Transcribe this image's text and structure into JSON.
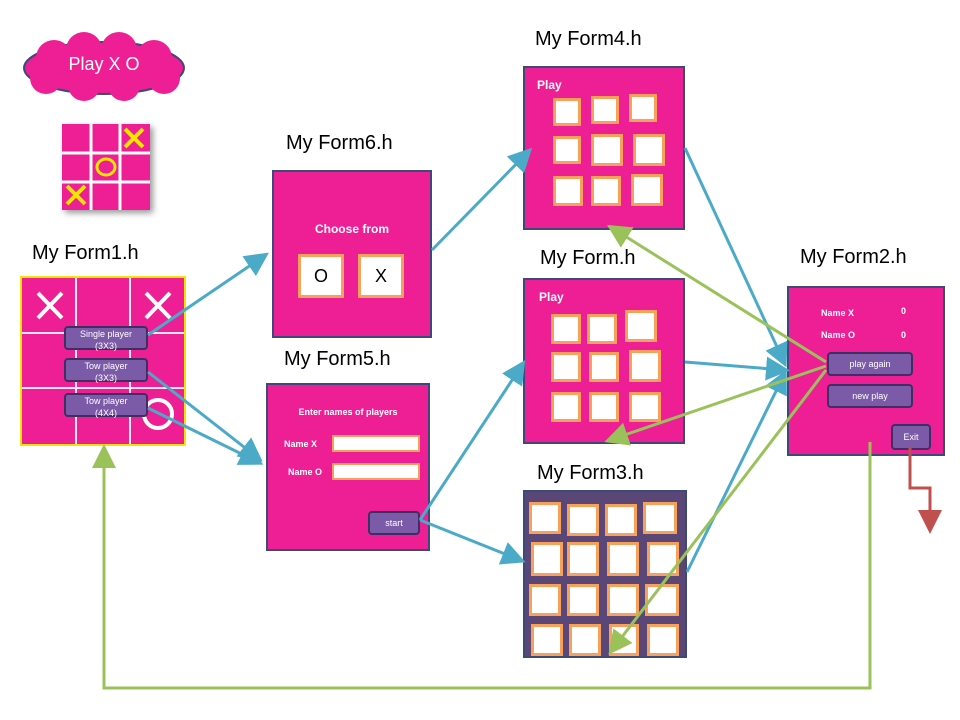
{
  "cloud": {
    "label": "Play X O"
  },
  "titles": {
    "form1": "My Form1.h",
    "form2": "My Form2.h",
    "form3": "My Form3.h",
    "form4": "My Form4.h",
    "form5": "My Form5.h",
    "form6": "My Form6.h",
    "form": "My Form.h"
  },
  "form1": {
    "buttons": [
      {
        "line1": "Single player",
        "line2": "(3X3)"
      },
      {
        "line1": "Tow player",
        "line2": "(3X3)"
      },
      {
        "line1": "Tow player",
        "line2": "(4X4)"
      }
    ]
  },
  "form6": {
    "heading": "Choose from",
    "option_o": "O",
    "option_x": "X"
  },
  "form5": {
    "heading": "Enter names of players",
    "name_x_label": "Name X",
    "name_o_label": "Name O",
    "start_label": "start"
  },
  "form4": {
    "heading": "Play"
  },
  "form": {
    "heading": "Play"
  },
  "form2": {
    "name_x_label": "Name X",
    "name_x_value": "0",
    "name_o_label": "Name O",
    "name_o_value": "0",
    "play_again_label": "play again",
    "new_play_label": "new play",
    "exit_label": "Exit"
  },
  "colors": {
    "form_fill": "#ee1e94",
    "form3_fill": "#5a4778",
    "button_fill": "#7b5aa8",
    "cell_border": "#f7a15a",
    "arrow_blue": "#4baac8",
    "arrow_green": "#9bc25a",
    "arrow_red": "#c0504d"
  }
}
